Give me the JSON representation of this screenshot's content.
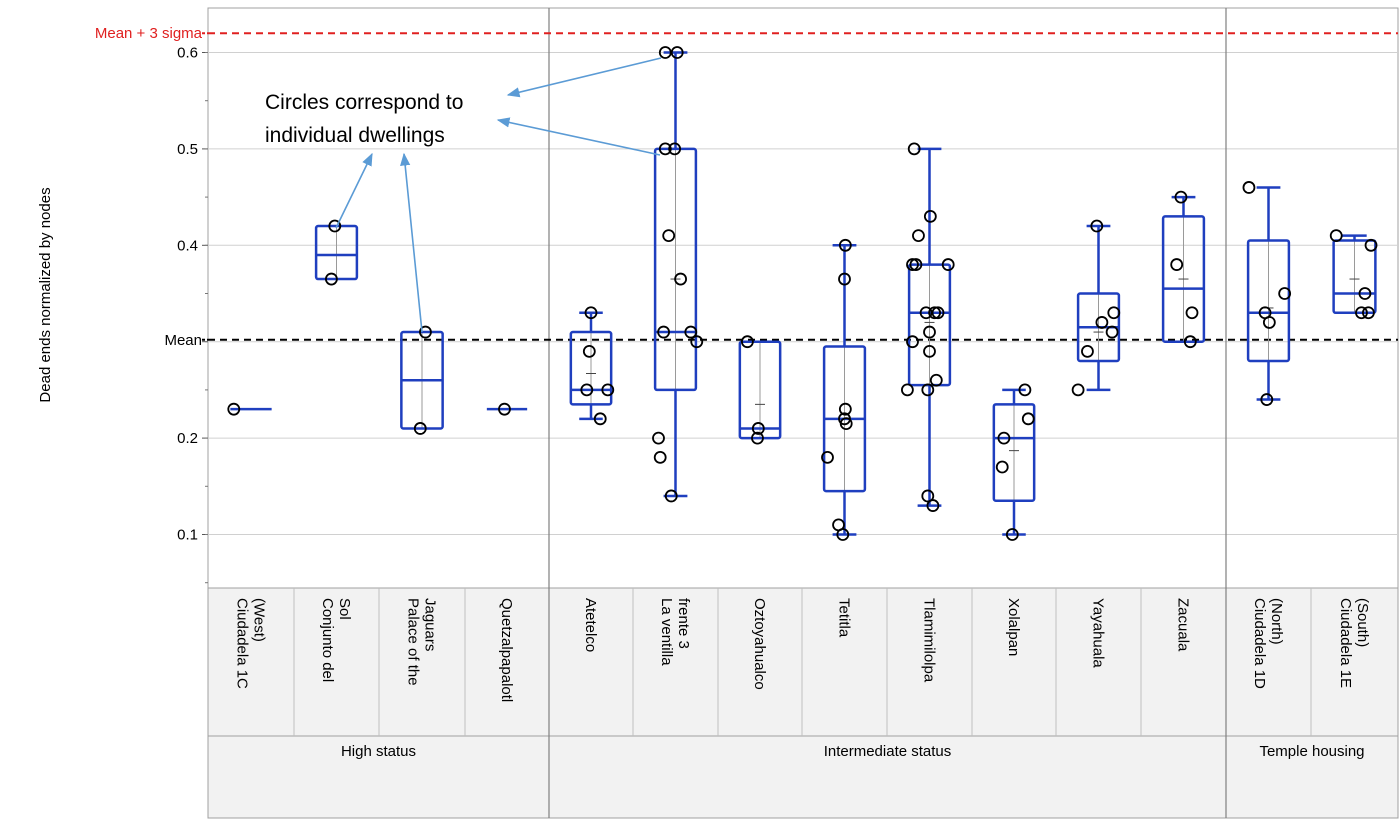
{
  "chart_data": {
    "type": "box",
    "ylabel": "Dead ends normalized by nodes",
    "ylim": [
      0.05,
      0.65
    ],
    "yticks": [
      0.1,
      0.2,
      0.3,
      0.4,
      0.5,
      0.6
    ],
    "ytick_labels": [
      "0.1",
      "0.2",
      "0.4",
      "0.5",
      "0.6"
    ],
    "grid": true,
    "colors": {
      "box": "#1f3fbf",
      "mean_line": "#000000",
      "sigma_line": "#e02020",
      "grid": "#d0d0d0",
      "panel": "#f2f2f2"
    },
    "reference_lines": [
      {
        "name": "Mean",
        "value": 0.302,
        "style": "dashed",
        "color": "#000000"
      },
      {
        "name": "Mean + 3 sigma",
        "value": 0.62,
        "style": "dashed",
        "color": "#e02020"
      }
    ],
    "groups": [
      {
        "label": "High status",
        "categories": [
          "Ciudadela 1C (West)",
          "Conjunto del Sol",
          "Palace of the Jaguars",
          "Quetzalpapalotl"
        ]
      },
      {
        "label": "Intermediate status",
        "categories": [
          "Atetelco",
          "La ventilla frente 3",
          "Oztoyahualco",
          "Tetitla",
          "Tlamimilolpa",
          "Xolalpan",
          "Yayahuala",
          "Zacuala"
        ]
      },
      {
        "label": "Temple housing",
        "categories": [
          "Ciudadela 1D (North)",
          "Ciudadela 1E (South)"
        ]
      }
    ],
    "categories": [
      {
        "label": "Ciudadela 1C (West)",
        "lines": [
          "Ciudadela 1C",
          "(West)"
        ],
        "q1": 0.23,
        "median": 0.23,
        "q3": 0.23,
        "whisker_low": 0.23,
        "whisker_high": 0.23,
        "mean": 0.23,
        "points": [
          [
            0.3,
            0.23
          ]
        ]
      },
      {
        "label": "Conjunto del Sol",
        "lines": [
          "Conjunto del",
          "Sol"
        ],
        "q1": 0.365,
        "median": 0.39,
        "q3": 0.42,
        "whisker_low": 0.365,
        "whisker_high": 0.42,
        "mean": 0.39,
        "points": [
          [
            0.48,
            0.42
          ],
          [
            0.44,
            0.365
          ]
        ]
      },
      {
        "label": "Palace of the Jaguars",
        "lines": [
          "Palace of the",
          "Jaguars"
        ],
        "q1": 0.21,
        "median": 0.26,
        "q3": 0.31,
        "whisker_low": 0.21,
        "whisker_high": 0.31,
        "mean": 0.26,
        "points": [
          [
            0.54,
            0.31
          ],
          [
            0.48,
            0.21
          ]
        ]
      },
      {
        "label": "Quetzalpapalotl",
        "lines": [
          "Quetzalpapalotl"
        ],
        "q1": 0.23,
        "median": 0.23,
        "q3": 0.23,
        "whisker_low": 0.23,
        "whisker_high": 0.23,
        "mean": 0.23,
        "points": [
          [
            0.47,
            0.23
          ]
        ]
      },
      {
        "label": "Atetelco",
        "lines": [
          "Atetelco"
        ],
        "q1": 0.235,
        "median": 0.25,
        "q3": 0.31,
        "whisker_low": 0.22,
        "whisker_high": 0.33,
        "mean": 0.267,
        "points": [
          [
            0.5,
            0.33
          ],
          [
            0.48,
            0.29
          ],
          [
            0.45,
            0.25
          ],
          [
            0.7,
            0.25
          ],
          [
            0.61,
            0.22
          ]
        ]
      },
      {
        "label": "La ventilla frente 3",
        "lines": [
          "La ventilla",
          "frente 3"
        ],
        "q1": 0.25,
        "median": 0.31,
        "q3": 0.5,
        "whisker_low": 0.14,
        "whisker_high": 0.6,
        "mean": 0.365,
        "points": [
          [
            0.38,
            0.6
          ],
          [
            0.52,
            0.6
          ],
          [
            0.38,
            0.5
          ],
          [
            0.49,
            0.5
          ],
          [
            0.42,
            0.41
          ],
          [
            0.56,
            0.365
          ],
          [
            0.36,
            0.31
          ],
          [
            0.68,
            0.31
          ],
          [
            0.75,
            0.3
          ],
          [
            0.3,
            0.2
          ],
          [
            0.32,
            0.18
          ],
          [
            0.45,
            0.14
          ]
        ]
      },
      {
        "label": "Oztoyahualco",
        "lines": [
          "Oztoyahualco"
        ],
        "q1": 0.2,
        "median": 0.21,
        "q3": 0.3,
        "whisker_low": 0.2,
        "whisker_high": 0.3,
        "mean": 0.235,
        "points": [
          [
            0.35,
            0.3
          ],
          [
            0.48,
            0.21
          ],
          [
            0.47,
            0.2
          ]
        ]
      },
      {
        "label": "Tetitla",
        "lines": [
          "Tetitla"
        ],
        "q1": 0.145,
        "median": 0.22,
        "q3": 0.295,
        "whisker_low": 0.1,
        "whisker_high": 0.4,
        "mean": 0.22,
        "points": [
          [
            0.51,
            0.4
          ],
          [
            0.5,
            0.365
          ],
          [
            0.51,
            0.23
          ],
          [
            0.5,
            0.22
          ],
          [
            0.52,
            0.215
          ],
          [
            0.3,
            0.18
          ],
          [
            0.43,
            0.11
          ],
          [
            0.48,
            0.1
          ]
        ]
      },
      {
        "label": "Tlamimilolpa",
        "lines": [
          "Tlamimilolpa"
        ],
        "q1": 0.255,
        "median": 0.33,
        "q3": 0.38,
        "whisker_low": 0.13,
        "whisker_high": 0.5,
        "mean": 0.32,
        "points": [
          [
            0.32,
            0.5
          ],
          [
            0.51,
            0.43
          ],
          [
            0.37,
            0.41
          ],
          [
            0.3,
            0.38
          ],
          [
            0.34,
            0.38
          ],
          [
            0.72,
            0.38
          ],
          [
            0.46,
            0.33
          ],
          [
            0.56,
            0.33
          ],
          [
            0.6,
            0.33
          ],
          [
            0.5,
            0.31
          ],
          [
            0.3,
            0.3
          ],
          [
            0.5,
            0.29
          ],
          [
            0.58,
            0.26
          ],
          [
            0.24,
            0.25
          ],
          [
            0.48,
            0.25
          ],
          [
            0.48,
            0.14
          ],
          [
            0.54,
            0.13
          ]
        ]
      },
      {
        "label": "Xolalpan",
        "lines": [
          "Xolalpan"
        ],
        "q1": 0.135,
        "median": 0.2,
        "q3": 0.235,
        "whisker_low": 0.1,
        "whisker_high": 0.25,
        "mean": 0.187,
        "points": [
          [
            0.63,
            0.25
          ],
          [
            0.67,
            0.22
          ],
          [
            0.38,
            0.2
          ],
          [
            0.36,
            0.17
          ],
          [
            0.48,
            0.1
          ]
        ]
      },
      {
        "label": "Yayahuala",
        "lines": [
          "Yayahuala"
        ],
        "q1": 0.28,
        "median": 0.315,
        "q3": 0.35,
        "whisker_low": 0.25,
        "whisker_high": 0.42,
        "mean": 0.31,
        "points": [
          [
            0.48,
            0.42
          ],
          [
            0.68,
            0.33
          ],
          [
            0.54,
            0.32
          ],
          [
            0.66,
            0.31
          ],
          [
            0.37,
            0.29
          ],
          [
            0.26,
            0.25
          ]
        ]
      },
      {
        "label": "Zacuala",
        "lines": [
          "Zacuala"
        ],
        "q1": 0.3,
        "median": 0.355,
        "q3": 0.43,
        "whisker_low": 0.3,
        "whisker_high": 0.45,
        "mean": 0.365,
        "points": [
          [
            0.47,
            0.45
          ],
          [
            0.42,
            0.38
          ],
          [
            0.6,
            0.33
          ],
          [
            0.58,
            0.3
          ]
        ]
      },
      {
        "label": "Ciudadela 1D (North)",
        "lines": [
          "Ciudadela 1D",
          "(North)"
        ],
        "q1": 0.28,
        "median": 0.33,
        "q3": 0.405,
        "whisker_low": 0.24,
        "whisker_high": 0.46,
        "mean": 0.335,
        "points": [
          [
            0.27,
            0.46
          ],
          [
            0.69,
            0.35
          ],
          [
            0.46,
            0.33
          ],
          [
            0.51,
            0.32
          ],
          [
            0.48,
            0.24
          ]
        ]
      },
      {
        "label": "Ciudadela 1E (South)",
        "lines": [
          "Ciudadela 1E",
          "(South)"
        ],
        "q1": 0.33,
        "median": 0.35,
        "q3": 0.405,
        "whisker_low": 0.33,
        "whisker_high": 0.41,
        "mean": 0.365,
        "points": [
          [
            0.29,
            0.41
          ],
          [
            0.69,
            0.4
          ],
          [
            0.62,
            0.35
          ],
          [
            0.58,
            0.33
          ],
          [
            0.66,
            0.33
          ]
        ]
      }
    ],
    "annotations": [
      {
        "text_lines": [
          "Circles correspond to",
          "individual dwellings"
        ]
      }
    ]
  }
}
